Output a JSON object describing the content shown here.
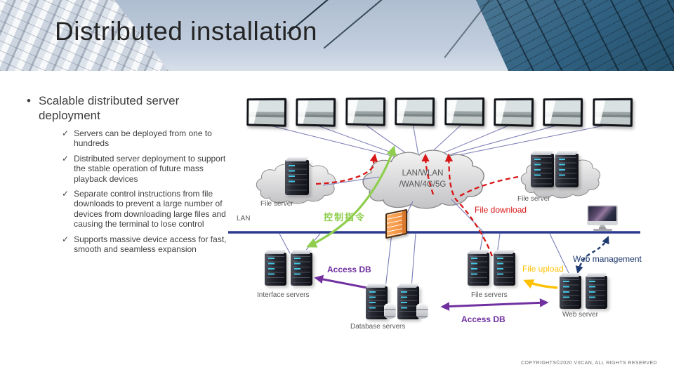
{
  "slide": {
    "title": "Distributed installation",
    "footer": "COPYRIGHTS©2020 VIICAN, ALL RIGHTS RESERVED"
  },
  "bullets": {
    "bullet_glyph": "•",
    "check_glyph": "✓",
    "main": "Scalable distributed server deployment",
    "check_items": [
      "Servers can be deployed from one to hundreds",
      "Distributed server deployment to support the stable operation of future mass playback devices",
      "Separate control instructions from file downloads to prevent a large number of devices from downloading large files and causing the terminal to lose control",
      "Supports massive device access for fast, smooth and seamless expansion"
    ]
  },
  "diagram": {
    "displays_count": 8,
    "cloud_label_line1": "LAN/WLAN",
    "cloud_label_line2": "/WAN/4G/5G",
    "labels": {
      "lan": "LAN",
      "file_server_left": "File server",
      "file_server_right": "File server",
      "interface_servers": "Interface servers",
      "database_servers": "Database servers",
      "file_servers": "File servers",
      "web_server": "Web server",
      "web_management": "Web management",
      "control_instruction": "控制指令",
      "file_download": "File download",
      "file_upload": "File upload",
      "access_db_top": "Access DB",
      "access_db_bottom": "Access DB"
    },
    "icons": {
      "display": "tv-display-icon",
      "server": "server-tower-icon",
      "database": "database-cylinder-icon",
      "cloud": "network-cloud-icon",
      "firewall": "firewall-icon",
      "monitor": "imac-monitor-icon"
    },
    "colors": {
      "accent_green": "#8fce4e",
      "accent_red": "#d91616",
      "accent_purple": "#7030a0",
      "accent_yellow": "#ffc000",
      "accent_navy": "#1f3a6e",
      "lan_line": "#2b3a8f"
    }
  }
}
